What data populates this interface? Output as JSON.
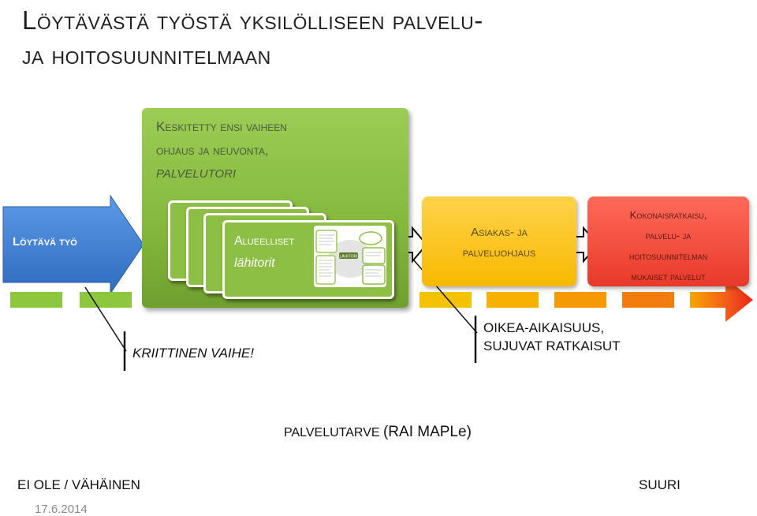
{
  "title": {
    "line1": "Löytävästä työstä yksilölliseen palvelu-",
    "line2": "ja hoitosuunnitelmaan"
  },
  "left_arrow": {
    "label": "Löytävä työ"
  },
  "green_panel": {
    "line1": "Keskitetty ensi vaiheen",
    "line2": "ohjaus ja neuvonta,",
    "line3": "palvelutori"
  },
  "cards": {
    "line1": "Alueelliset",
    "line2": "lähitorit"
  },
  "thumbnail": {
    "center_label": "LÄHITORI"
  },
  "orange_box": {
    "line1": "Asiakas- ja",
    "line2": "palveluohjaus"
  },
  "red_box": {
    "line1": "Kokonaisratkaisu,",
    "line2": "palvelu- ja",
    "line3": "hoitosuunnitelman",
    "line4": "mukaiset palvelut"
  },
  "callout_left": {
    "text": "KRIITTINEN VAIHE!"
  },
  "callout_right": {
    "line1": "OIKEA-AIKAISUUS,",
    "line2": "SUJUVAT RATKAISUT"
  },
  "scale": {
    "title_prefix": "PALVELUTARVE ",
    "title_suffix": "(RAI MAPLe)",
    "left": "EI OLE / VÄHÄINEN",
    "right": "SUURI"
  },
  "date": "17.6.2014",
  "colors": {
    "blue_arrow": "#3f7fd0",
    "green": "#8dbf44",
    "orange": "#f7b900",
    "red": "#e8392a"
  }
}
